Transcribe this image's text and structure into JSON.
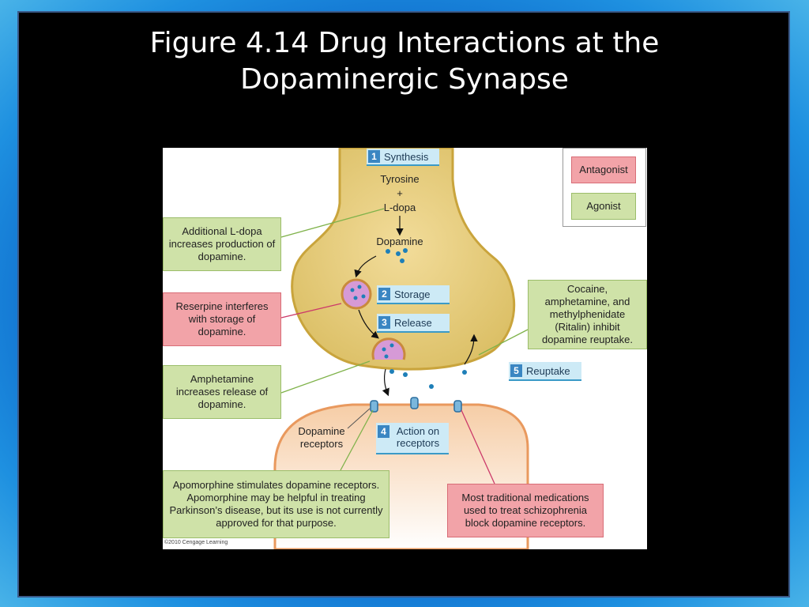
{
  "slide": {
    "title": "Figure 4.14 Drug Interactions at the\nDopaminergic Synapse"
  },
  "figure": {
    "legend": {
      "antagonist": "Antagonist",
      "agonist": "Agonist"
    },
    "steps": [
      {
        "num": "1",
        "label": "Synthesis"
      },
      {
        "num": "2",
        "label": "Storage"
      },
      {
        "num": "3",
        "label": "Release"
      },
      {
        "num": "4",
        "label": "Action on receptors"
      },
      {
        "num": "5",
        "label": "Reuptake"
      }
    ],
    "synthesis_labels": {
      "tyrosine": "Tyrosine",
      "plus": "+",
      "ldopa": "L-dopa",
      "dopamine": "Dopamine"
    },
    "receptor_label": "Dopamine receptors",
    "boxes": {
      "ldopa": "Additional L-dopa increases production of dopamine.",
      "reserpine": "Reserpine interferes with storage of dopamine.",
      "amphetamine": "Amphetamine increases release of dopamine.",
      "cocaine": "Cocaine, amphetamine, and methylphenidate (Ritalin) inhibit dopamine reuptake.",
      "apomorphine": "Apomorphine stimulates dopamine receptors. Apomorphine may be helpful in treating Parkinson’s disease, but its use is not currently approved for that purpose.",
      "traditional": "Most traditional medications used to treat schizophrenia block dopamine receptors."
    },
    "copyright": "©2010 Cengage Learning",
    "colors": {
      "terminal": "#e3cb74",
      "terminal_edge": "#c9a43c",
      "postsynaptic": "#f1b37c",
      "dopamine_dot": "#1e7fb8",
      "agonist": "#cfe2a8",
      "antagonist": "#f2a3a8"
    }
  }
}
